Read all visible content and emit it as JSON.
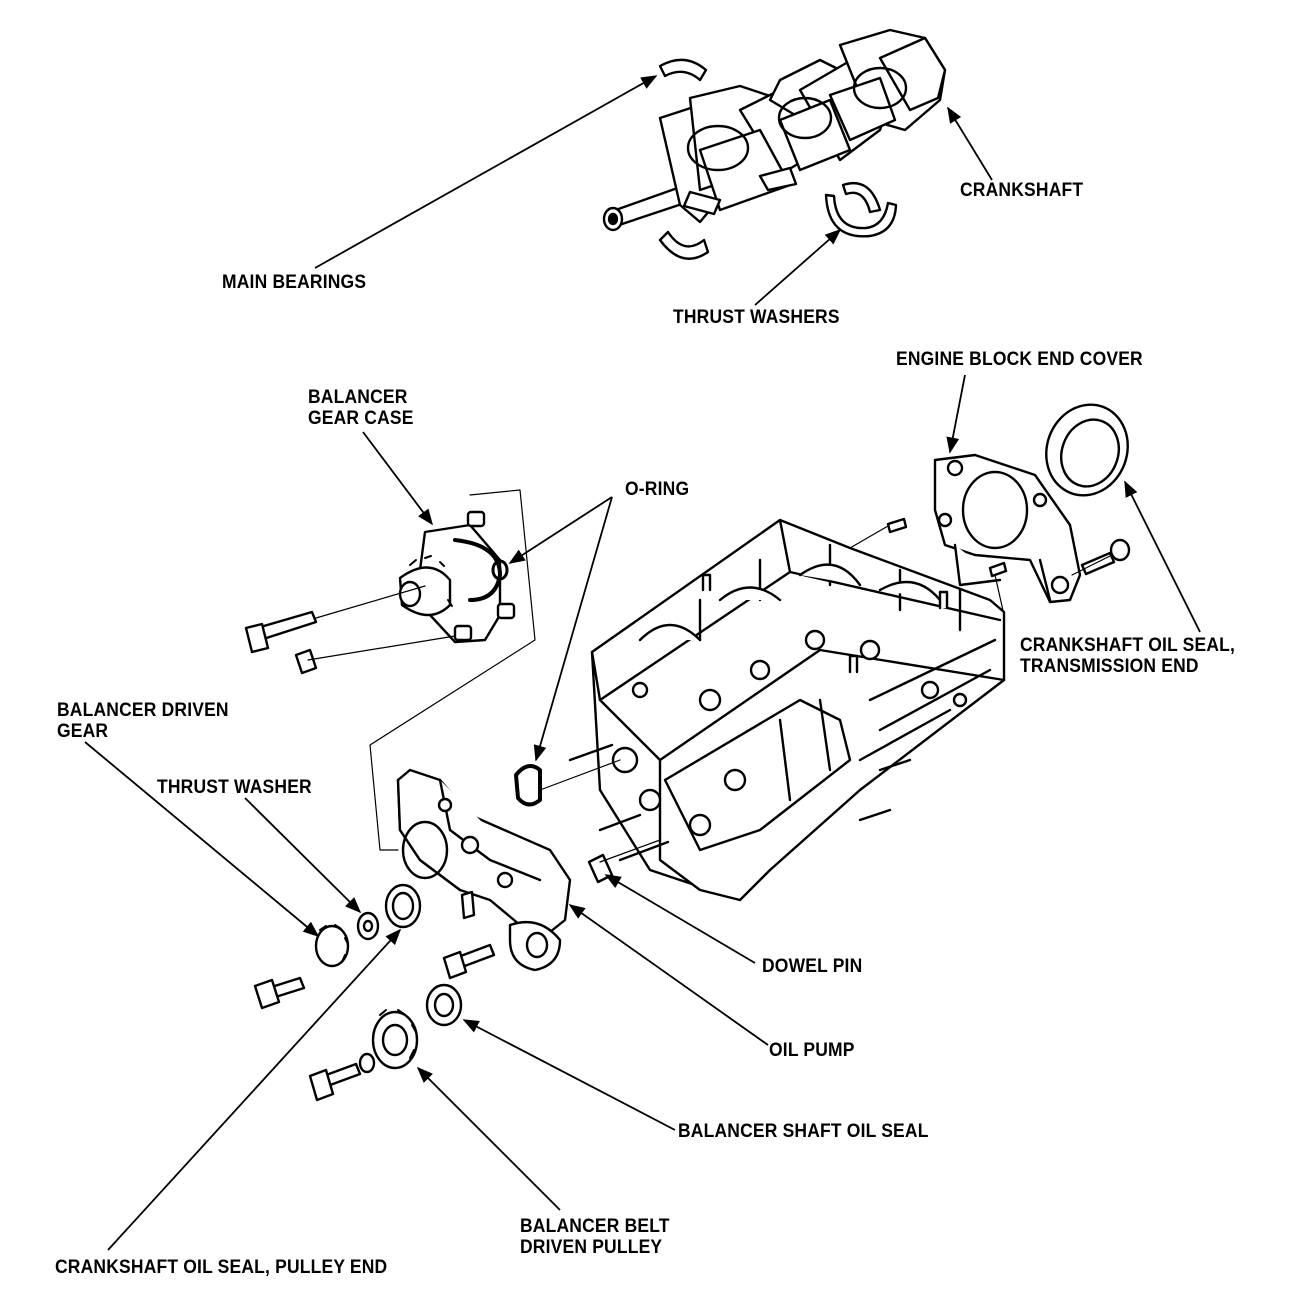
{
  "diagram": {
    "labels": {
      "crankshaft": "CRANKSHAFT",
      "main_bearings": "MAIN BEARINGS",
      "thrust_washers": "THRUST WASHERS",
      "engine_block_end_cover": "ENGINE BLOCK END COVER",
      "balancer_gear_case": "BALANCER\nGEAR CASE",
      "o_ring": "O-RING",
      "crankshaft_oil_seal_transmission_end": "CRANKSHAFT OIL SEAL,\nTRANSMISSION END",
      "balancer_driven_gear": "BALANCER DRIVEN\nGEAR",
      "thrust_washer": "THRUST WASHER",
      "dowel_pin": "DOWEL PIN",
      "oil_pump": "OIL PUMP",
      "balancer_shaft_oil_seal": "BALANCER SHAFT OIL SEAL",
      "balancer_belt_driven_pulley": "BALANCER BELT\nDRIVEN PULLEY",
      "crankshaft_oil_seal_pulley_end": "CRANKSHAFT OIL SEAL, PULLEY END"
    },
    "colors": {
      "ink": "#000000",
      "paper": "#ffffff"
    }
  }
}
